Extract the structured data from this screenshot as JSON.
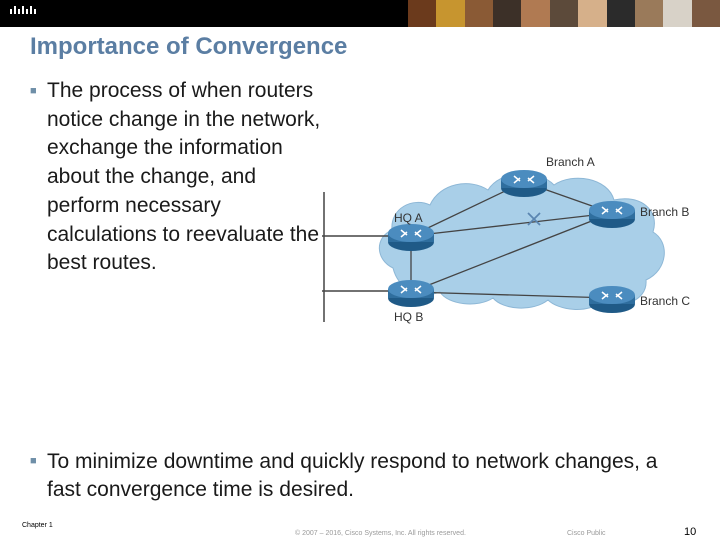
{
  "header": {
    "logo_text": "cisco.",
    "photo_count": 11
  },
  "slide": {
    "title": "Importance of Convergence",
    "bullet1": "The process of when routers notice change in the network, exchange the information about the change, and perform necessary calculations to reevaluate the best routes.",
    "bullet2": "To minimize downtime and quickly respond to network changes, a fast convergence time is desired.",
    "bullet_icon": "square-bullet-icon"
  },
  "diagram": {
    "routers": [
      {
        "id": "branch-a",
        "label": "Branch A"
      },
      {
        "id": "branch-b",
        "label": "Branch B"
      },
      {
        "id": "branch-c",
        "label": "Branch C"
      },
      {
        "id": "hq-a",
        "label": "HQ A"
      },
      {
        "id": "hq-b",
        "label": "HQ B"
      }
    ],
    "links": [
      [
        "hq-a",
        "branch-a"
      ],
      [
        "hq-a",
        "branch-b"
      ],
      [
        "hq-b",
        "branch-b"
      ],
      [
        "hq-b",
        "branch-c"
      ],
      [
        "hq-a",
        "hq-b"
      ]
    ],
    "failed_link": [
      "hq-a",
      "branch-b"
    ],
    "colors": {
      "cloud": "#a9cfe8",
      "router": "#2f6e9e",
      "link": "#444444",
      "fail_mark": "#5b85b0"
    }
  },
  "footer": {
    "chapter": "Chapter 1",
    "copyright": "© 2007 – 2016, Cisco Systems, Inc. All rights reserved.",
    "classification": "Cisco Public",
    "page_number": "10"
  }
}
